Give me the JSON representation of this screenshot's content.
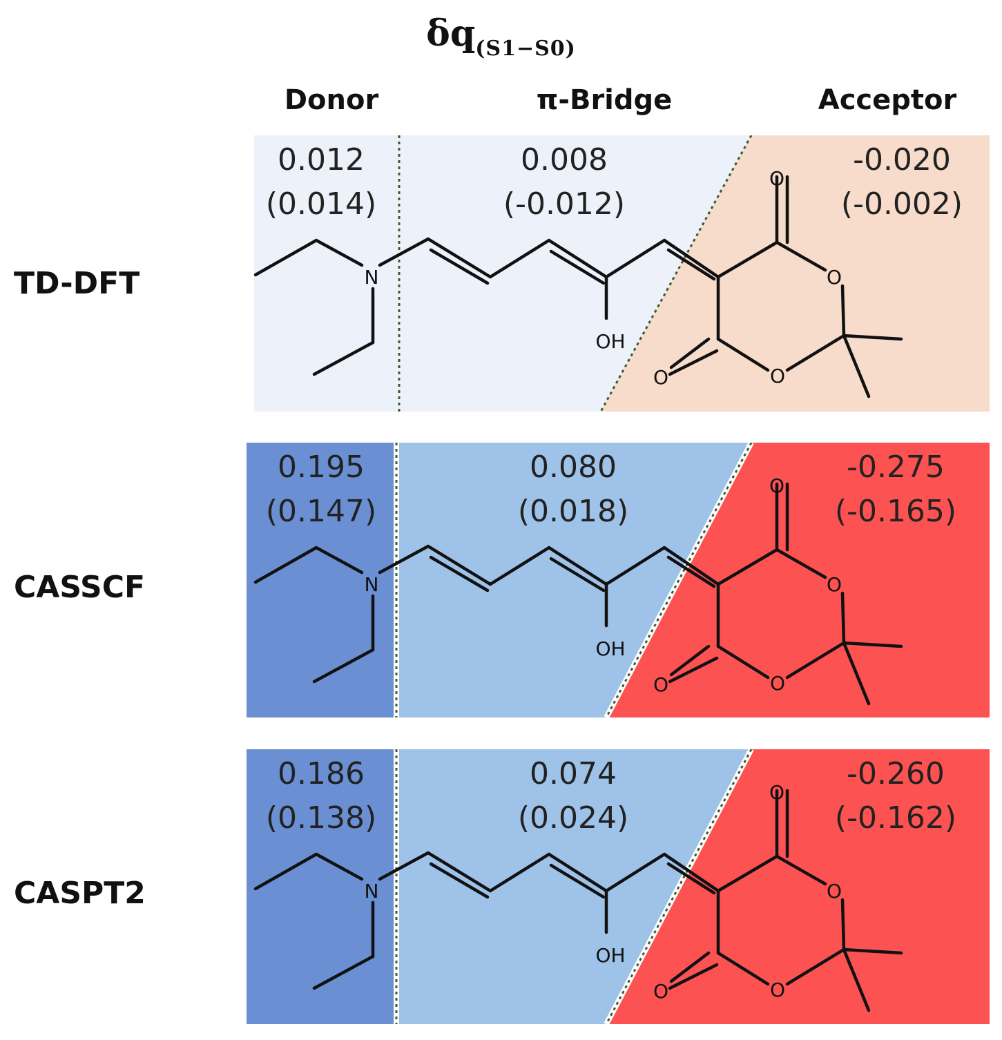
{
  "title": {
    "main": "δq",
    "sub": "(S1−S0)"
  },
  "columns": [
    "Donor",
    "π-Bridge",
    "Acceptor"
  ],
  "atoms": {
    "N": "N",
    "O": "O",
    "OH": "OH"
  },
  "rows": [
    {
      "method": "TD-DFT",
      "colors": {
        "donor": "#edf2fa",
        "bridge": "#edf2fa",
        "acceptor": "#f7dccb"
      },
      "donor": {
        "value": "0.012",
        "paren": "(0.014)"
      },
      "bridge": {
        "value": "0.008",
        "paren": "(-0.012)"
      },
      "acceptor": {
        "value": "-0.020",
        "paren": "(-0.002)"
      }
    },
    {
      "method": "CASSCF",
      "colors": {
        "donor": "#6a8fd3",
        "bridge": "#9fc3e8",
        "acceptor": "#fc5252"
      },
      "donor": {
        "value": "0.195",
        "paren": "(0.147)"
      },
      "bridge": {
        "value": "0.080",
        "paren": "(0.018)"
      },
      "acceptor": {
        "value": "-0.275",
        "paren": "(-0.165)"
      }
    },
    {
      "method": "CASPT2",
      "colors": {
        "donor": "#6a8fd3",
        "bridge": "#9fc3e8",
        "acceptor": "#fc5252"
      },
      "donor": {
        "value": "0.186",
        "paren": "(0.138)"
      },
      "bridge": {
        "value": "0.074",
        "paren": "(0.024)"
      },
      "acceptor": {
        "value": "-0.260",
        "paren": "(-0.162)"
      }
    }
  ]
}
